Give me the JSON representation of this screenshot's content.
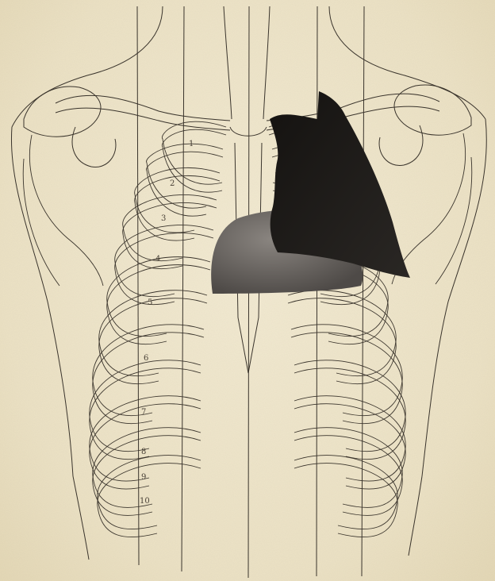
{
  "plate": {
    "paper_color": "#efe6cc",
    "ink_color": "#3a342c",
    "shading": {
      "upper_dark": "#1a1816",
      "lower_grey": "#6e6a66"
    }
  },
  "rib_numbers": [
    "1",
    "2",
    "3",
    "4",
    "5",
    "6",
    "7",
    "8",
    "9",
    "10"
  ]
}
